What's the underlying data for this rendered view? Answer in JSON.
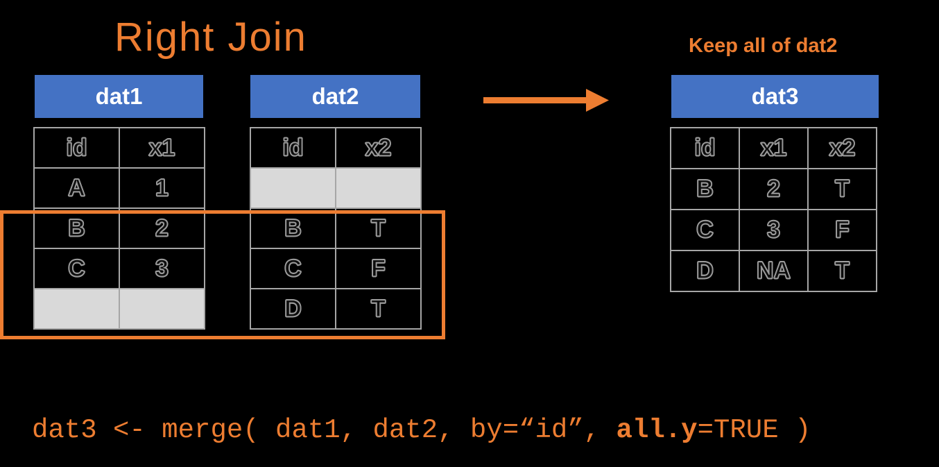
{
  "title": "Right Join",
  "annotation": "Keep all of dat2",
  "colors": {
    "accent_orange": "#ED7D31",
    "header_blue": "#4472C4",
    "empty_row_fill": "#D9D9D9",
    "grid_line": "#A6A6A6",
    "cell_text_outline": "#9B9B9B",
    "header_text": "#FFFFFF",
    "background": "#000000"
  },
  "tables": {
    "dat1": {
      "name": "dat1",
      "columns": [
        "id",
        "x1"
      ],
      "rows": [
        [
          "A",
          "1"
        ],
        [
          "B",
          "2"
        ],
        [
          "C",
          "3"
        ],
        [
          "",
          ""
        ]
      ]
    },
    "dat2": {
      "name": "dat2",
      "columns": [
        "id",
        "x2"
      ],
      "rows": [
        [
          "",
          ""
        ],
        [
          "B",
          "T"
        ],
        [
          "C",
          "F"
        ],
        [
          "D",
          "T"
        ]
      ]
    },
    "dat3": {
      "name": "dat3",
      "columns": [
        "id",
        "x1",
        "x2"
      ],
      "rows": [
        [
          "B",
          "2",
          "T"
        ],
        [
          "C",
          "3",
          "F"
        ],
        [
          "D",
          "NA",
          "T"
        ]
      ]
    }
  },
  "code": {
    "prefix": "dat3 <- merge( dat1, dat2, by=“id”, ",
    "bold": "all.y",
    "suffix": "=TRUE )"
  }
}
